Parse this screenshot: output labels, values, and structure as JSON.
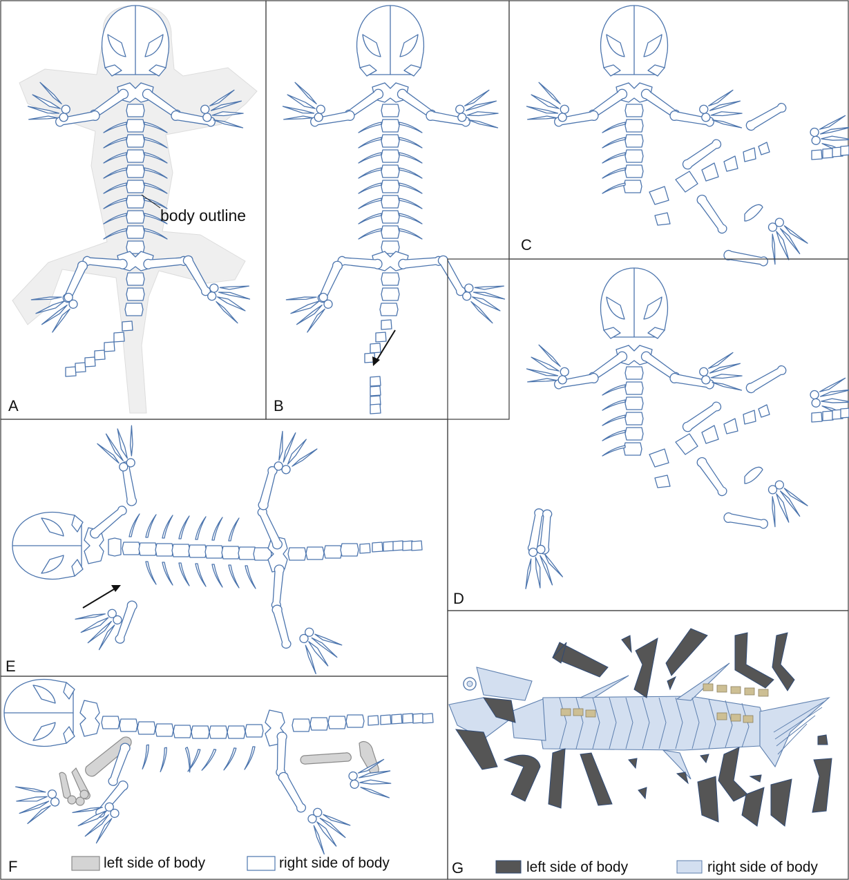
{
  "panels": {
    "A": {
      "label": "A",
      "annotation": "body outline"
    },
    "B": {
      "label": "B"
    },
    "C": {
      "label": "C"
    },
    "D": {
      "label": "D"
    },
    "E": {
      "label": "E"
    },
    "F": {
      "label": "F",
      "legend": {
        "left": "left side of body",
        "right": "right side of body"
      }
    },
    "G": {
      "label": "G",
      "legend": {
        "left": "left side of body",
        "right": "right side of body"
      }
    }
  },
  "colors": {
    "bone_stroke": "#4b74ad",
    "body_outline_fill": "#efefef",
    "left_side_bones_F": "#d4d4d4",
    "left_side_bones_G": "#555555",
    "right_side_bones_G": "#d3dff0"
  }
}
